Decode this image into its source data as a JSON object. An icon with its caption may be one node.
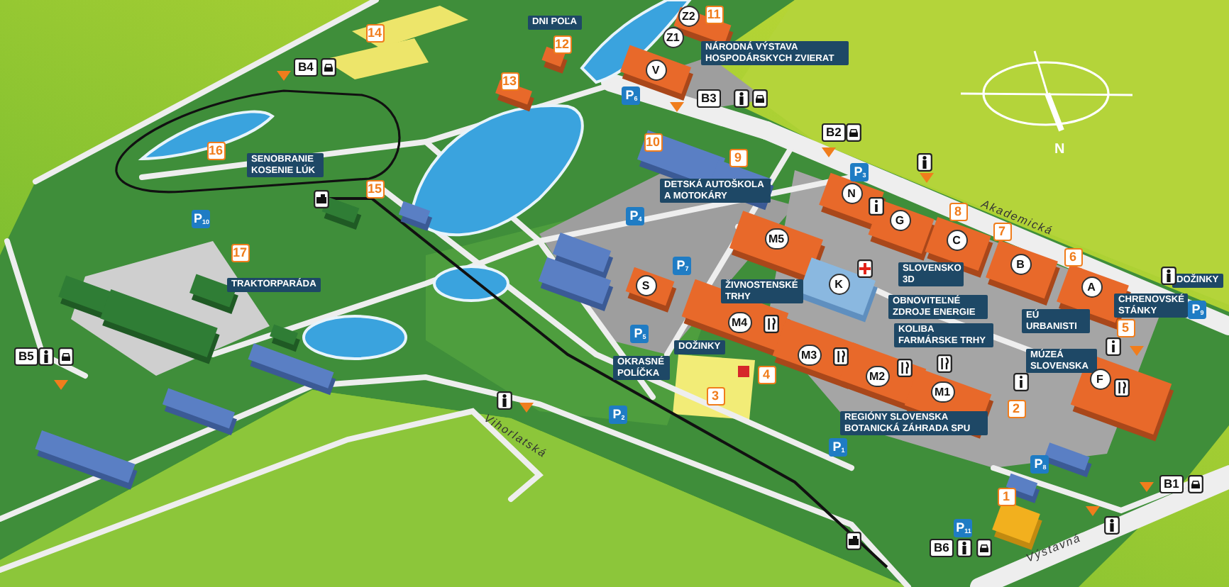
{
  "diagram": {
    "labels": [
      "14",
      "DNI POĽA",
      "Z2",
      "11",
      "12",
      "Z1",
      "NÁRODNÁ VÝSTAVA HOSPODÁRSKYCH ZVIERAT",
      "V",
      "B4",
      "13",
      "P$_{6}$",
      "B3",
      "N",
      "B2",
      "16",
      "10",
      "9",
      "SENOBRANIE KOSENIE LÚK",
      "P$_{3}$",
      "N",
      "DETSKÁ AUTOŠKOLA A MOTOKÁRY",
      "15",
      "G",
      "8",
      "Akademická",
      "P$_{4}$",
      "P$_{10}$",
      "7",
      "C",
      "M5",
      "B",
      "6",
      "17",
      "P$_{7}$",
      "SLOVENSKO 3D",
      "TRAKTORPARÁDA",
      "S",
      "K",
      "A",
      "DOŽINKY",
      "ŽIVNOSTENSKÉ TRHY",
      "OBNOVITEĽNÉ ZDROJE ENERGIE",
      "EÚ URBANISTI",
      "CHRENOVSKÉ STÁNKY",
      "P$_{9}$",
      "5",
      "M4",
      "P$_{5}$",
      "KOLIBA FARMÁRSKE TRHY",
      "B5",
      "DOŽINKY",
      "MÚZEÁ SLOVENSKA",
      "F",
      "OKRASNÉ POLÍČKA",
      "M3",
      "M2",
      "M1",
      "2",
      "4",
      "3",
      "REGIÓNY SLOVENSKA BOTANICKÁ ZÁHRADA SPU",
      "P$_{2}$",
      "Vihorlatská",
      "P$_{1}$",
      "P$_{8}$",
      "1",
      "B1",
      "P$_{11}$",
      "B6",
      "Výstavná"
    ]
  }
}
